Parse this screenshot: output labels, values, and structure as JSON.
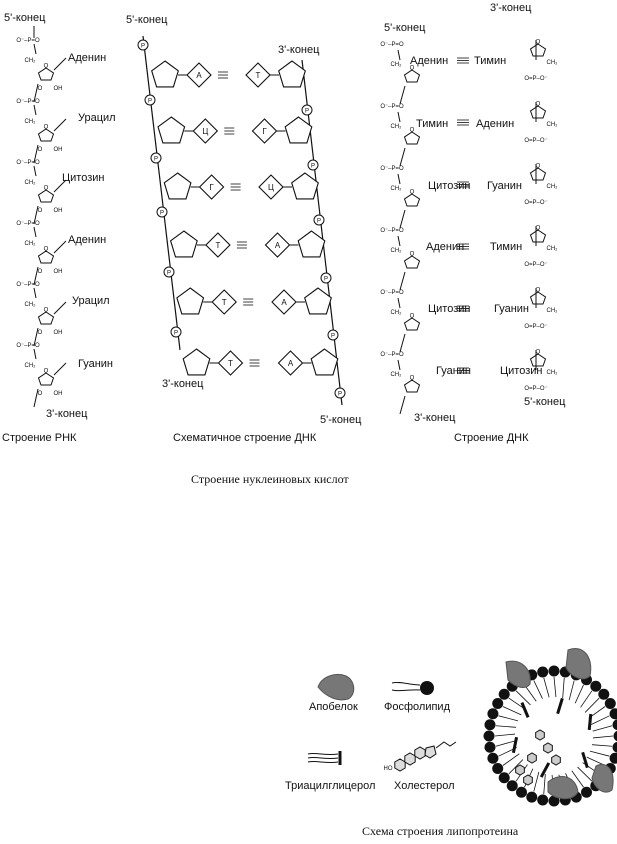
{
  "rna": {
    "top_end": "5'-конец",
    "bottom_end": "3'-конец",
    "bases": [
      "Аденин",
      "Урацил",
      "Цитозин",
      "Аденин",
      "Урацил",
      "Гуанин"
    ],
    "caption": "Строение РНК"
  },
  "schematic_dna": {
    "left_top_end": "5'-конец",
    "left_bottom_end": "3'-конец",
    "right_top_end": "3'-конец",
    "right_bottom_end": "5'-конец",
    "phosphate_symbol": "P",
    "pairs": [
      [
        "А",
        "Т"
      ],
      [
        "Ц",
        "Г"
      ],
      [
        "Г",
        "Ц"
      ],
      [
        "Т",
        "А"
      ],
      [
        "Т",
        "А"
      ],
      [
        "Т",
        "А"
      ]
    ],
    "caption": "Схематичное строение ДНК"
  },
  "dna": {
    "left_top_end": "5'-конец",
    "left_bottom_end": "3'-конец",
    "right_top_end": "3'-конец",
    "right_bottom_end": "5'-конец",
    "pairs": [
      [
        "Аденин",
        "Тимин"
      ],
      [
        "Тимин",
        "Аденин"
      ],
      [
        "Цитозин",
        "Гуанин"
      ],
      [
        "Аденин",
        "Тимин"
      ],
      [
        "Цитозин",
        "Гуанин"
      ],
      [
        "Гуанин",
        "Цитозин"
      ]
    ],
    "caption": "Строение ДНК"
  },
  "figure1_caption": "Строение нуклеиновых кислот",
  "lipoprotein": {
    "legend": {
      "apoprotein": "Апобелок",
      "phospholipid": "Фосфолипид",
      "triacylglycerol": "Триацилглицерол",
      "cholesterol": "Холестерол"
    },
    "caption": "Схема строения липопротеина"
  }
}
